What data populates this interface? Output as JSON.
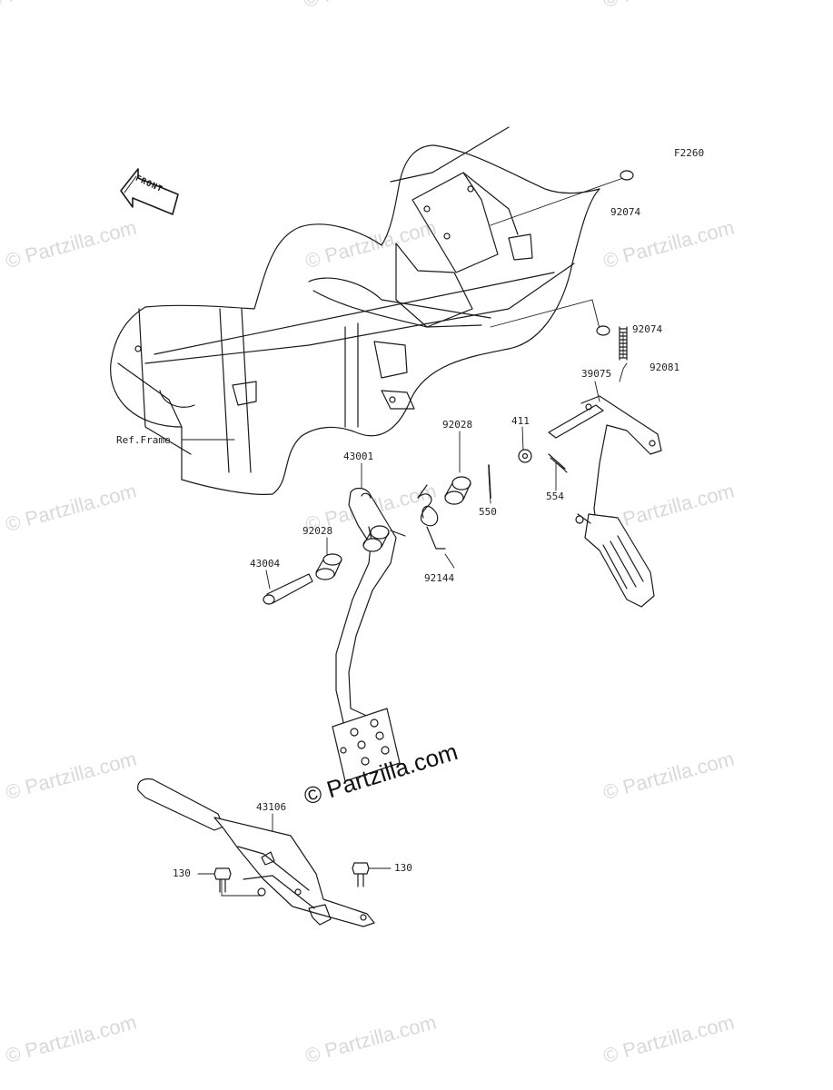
{
  "diagram": {
    "figure_code": "F2260",
    "front_badge": "FRONT",
    "ref_frame": "Ref.Frame",
    "callouts": {
      "c92074a": "92074",
      "c92074b": "92074",
      "c92081": "92081",
      "c39075": "39075",
      "c411": "411",
      "c554": "554",
      "c92028a": "92028",
      "c550": "550",
      "c43001": "43001",
      "c92028b": "92028",
      "c92144": "92144",
      "c43004": "43004",
      "c43106": "43106",
      "c130a": "130",
      "c130b": "130"
    }
  },
  "watermarks": {
    "text": "© Partzilla.com",
    "main": "© Partzilla.com"
  }
}
